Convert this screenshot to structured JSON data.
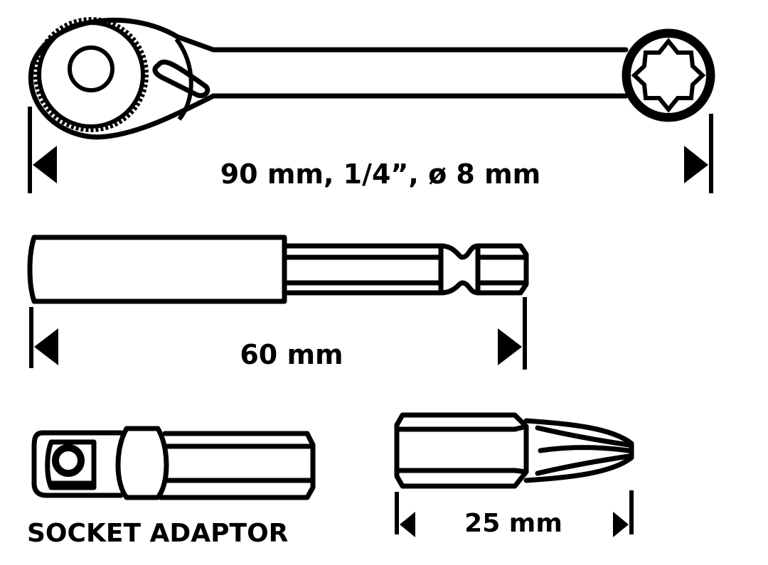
{
  "colors": {
    "stroke": "#000000",
    "background": "#ffffff"
  },
  "ratchet_wrench": {
    "dimension_label": "90 mm, 1/4”, ø 8 mm"
  },
  "bit_holder": {
    "dimension_label": "60 mm"
  },
  "socket_adaptor": {
    "caption": "SOCKET ADAPTOR"
  },
  "screwdriver_bit": {
    "dimension_label": "25 mm"
  }
}
